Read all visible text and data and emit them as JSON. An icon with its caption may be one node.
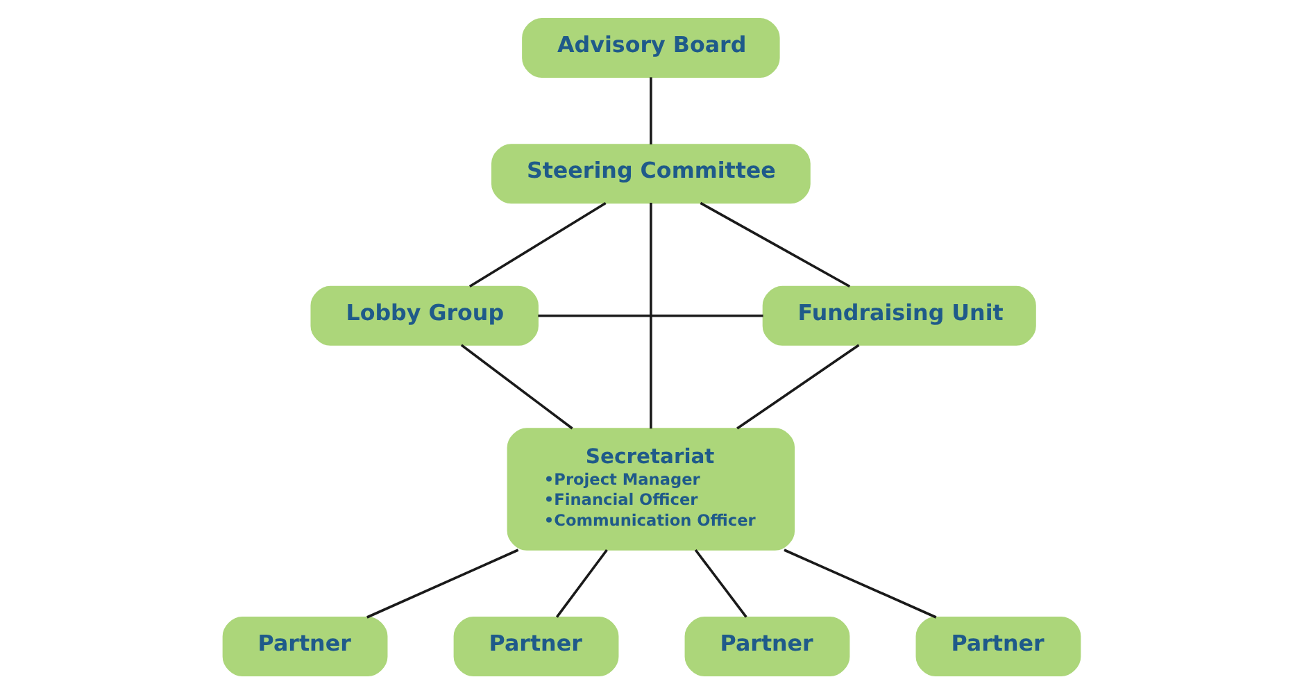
{
  "diagram": {
    "nodes": [
      {
        "text": [
          "Advisory Board"
        ]
      },
      {
        "text": [
          "Steering Committee"
        ]
      },
      {
        "text": [
          "Lobby Group"
        ]
      },
      {
        "text": [
          "Fundraising Unit"
        ]
      },
      {
        "text": [
          "Secretariat",
          "•Project Manager",
          "•Financial Officer",
          "•Communication Officer"
        ]
      },
      {
        "text": [
          "Partner"
        ]
      },
      {
        "text": [
          "Partner"
        ]
      },
      {
        "text": [
          "Partner"
        ]
      },
      {
        "text": [
          "Partner"
        ]
      }
    ],
    "edges": [
      {
        "from": 0,
        "to": 1,
        "arrow": "none"
      },
      {
        "from": 1,
        "to": 2,
        "arrow": "none"
      },
      {
        "from": 1,
        "to": 3,
        "arrow": "none"
      },
      {
        "from": 1,
        "to": 4,
        "arrow": "none"
      },
      {
        "from": 2,
        "to": 3,
        "arrow": "none"
      },
      {
        "from": 2,
        "to": 4,
        "arrow": "none"
      },
      {
        "from": 3,
        "to": 4,
        "arrow": "none"
      },
      {
        "from": 4,
        "to": 5,
        "arrow": "none"
      },
      {
        "from": 4,
        "to": 6,
        "arrow": "none"
      },
      {
        "from": 4,
        "to": 7,
        "arrow": "none"
      },
      {
        "from": 4,
        "to": 8,
        "arrow": "none"
      }
    ]
  }
}
